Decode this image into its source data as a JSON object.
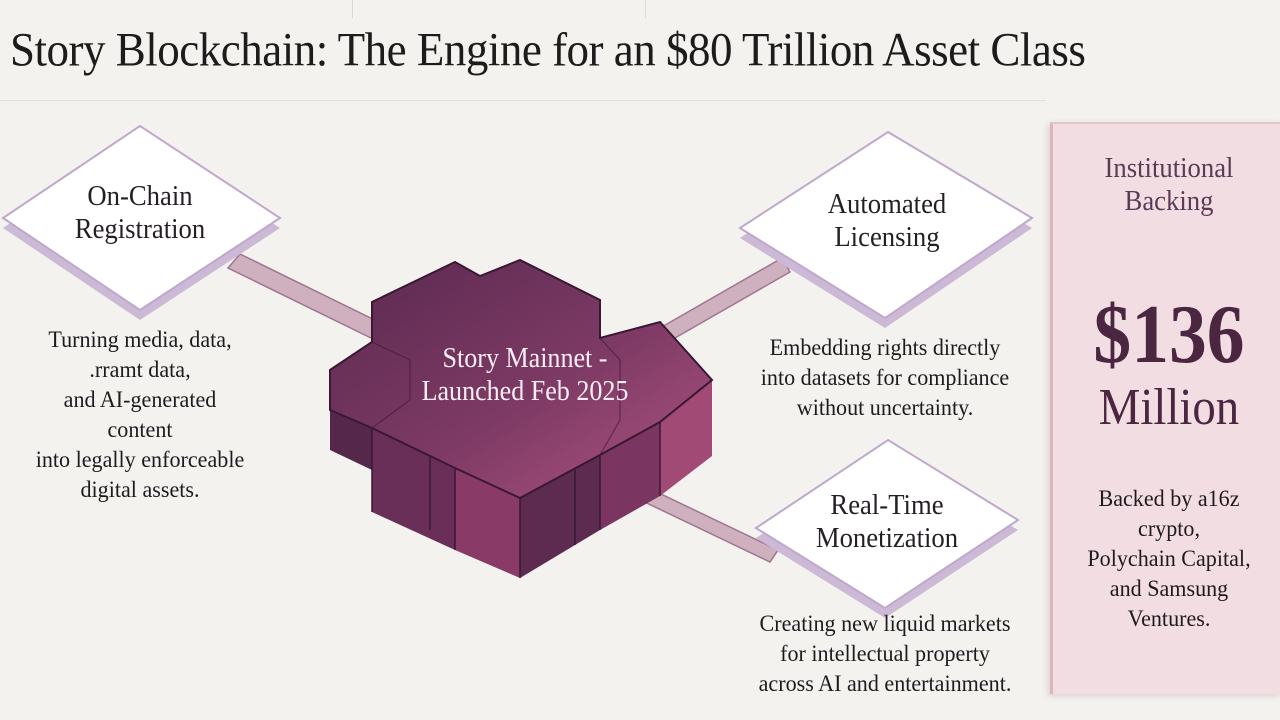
{
  "title": "Story Blockchain: The Engine for an $80 Trillion Asset Class",
  "core": {
    "line1": "Story Mainnet -",
    "line2": "Launched Feb 2025"
  },
  "nodes": [
    {
      "lines": [
        "On-Chain",
        "Registration"
      ],
      "description": [
        "Turning media, data,",
        ".rramt data,",
        "and AI-generated",
        "content",
        "into legally enforceable",
        "digital assets."
      ]
    },
    {
      "lines": [
        "Automated",
        "Licensing"
      ],
      "description": [
        "Embedding rights directly",
        "into datasets for compliance",
        "without uncertainty."
      ]
    },
    {
      "lines": [
        "Real-Time",
        "Monetization"
      ],
      "description": [
        "Creating new liquid markets",
        "for intellectual property",
        "across AI and entertainment."
      ]
    }
  ],
  "panel": {
    "title": [
      "Institutional",
      "Backing"
    ],
    "amount": "$136",
    "unit": "Million",
    "note": [
      "Backed by a16z",
      "crypto,",
      "Polychain Capital,",
      "and Samsung",
      "Ventures."
    ]
  },
  "colors": {
    "background": "#f3f2ef",
    "core_dark": "#4f2647",
    "core_accent": "#a24a72",
    "node_fill": "#ffffff",
    "node_edge": "#d9cbe0",
    "connector": "#c6a1b1",
    "panel_fill": "#f2dee2",
    "panel_accent": "#4a2641"
  }
}
